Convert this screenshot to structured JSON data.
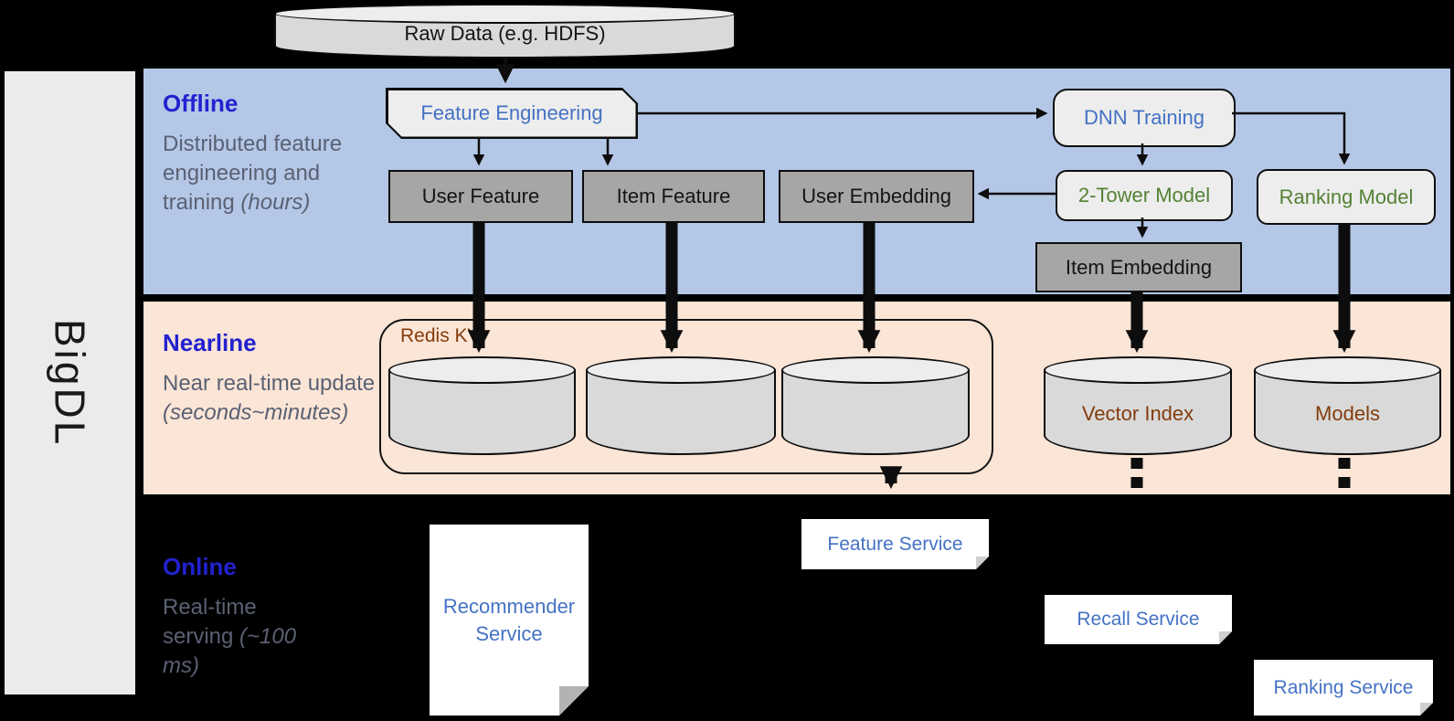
{
  "brand": {
    "label": "BigDL"
  },
  "raw_data": {
    "label": "Raw Data (e.g. HDFS)"
  },
  "sections": {
    "offline": {
      "title": "Offline",
      "subtitle": "Distributed feature engineering and training",
      "subtitle_note": "(hours)"
    },
    "nearline": {
      "title": "Nearline",
      "subtitle": "Near real-time update",
      "subtitle_note": "(seconds~minutes)"
    },
    "online": {
      "title": "Online",
      "subtitle": "Real-time serving",
      "subtitle_note": "(~100 ms)"
    }
  },
  "offline_nodes": {
    "feature_engineering": {
      "label": "Feature Engineering"
    },
    "user_feature": {
      "label": "User Feature"
    },
    "item_feature": {
      "label": "Item Feature"
    },
    "user_embedding": {
      "label": "User Embedding"
    },
    "dnn_training": {
      "label": "DNN Training"
    },
    "two_tower_model": {
      "label": "2-Tower Model"
    },
    "ranking_model": {
      "label": "Ranking Model"
    },
    "item_embedding": {
      "label": "Item Embedding"
    }
  },
  "nearline_nodes": {
    "redis_kv": {
      "label": "Redis KV"
    },
    "vector_index": {
      "label": "Vector Index"
    },
    "models": {
      "label": "Models"
    }
  },
  "online_nodes": {
    "recommender_service": {
      "label": "Recommender Service"
    },
    "feature_service": {
      "label": "Feature Service"
    },
    "recall_service": {
      "label": "Recall Service"
    },
    "ranking_service": {
      "label": "Ranking Service"
    }
  },
  "colors": {
    "background": "#000000",
    "offline_band": "#b4c7e7",
    "nearline_band": "#fbe5d6",
    "sidebar": "#ebebeb",
    "section_title_blue": "#2222d0",
    "muted_text": "#5b6173",
    "node_blue_text": "#4472c4",
    "node_green_text": "#548235",
    "node_brown_text": "#843c0c",
    "gray_node_fill": "#a6a6a6",
    "light_node_fill": "#ededed",
    "cylinder_fill": "#d9d9d9"
  }
}
